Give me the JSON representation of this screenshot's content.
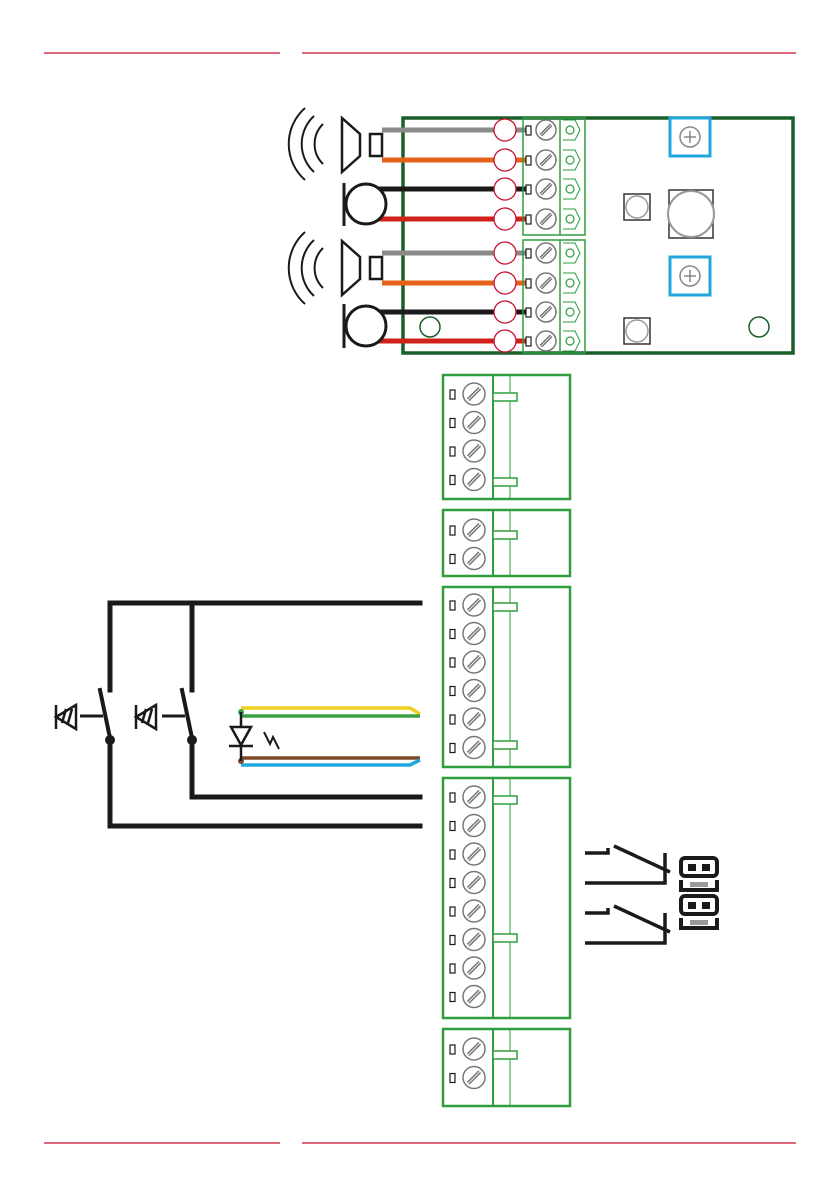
{
  "page": {
    "rule_color": "#c8102e"
  },
  "colors": {
    "pcb_green": "#1a5e2a",
    "connector_green": "#2e9e3e",
    "pot_blue": "#1fa8e0",
    "terminal_red": "#c8102e",
    "wire_gray": "#8a8a8a",
    "wire_orange": "#e8611a",
    "wire_black": "#1a1a1a",
    "wire_red": "#d0201a",
    "wire_yellow": "#f0d020",
    "wire_green": "#3aa040",
    "wire_brown": "#7a4a2a",
    "wire_blue": "#1fa8e0"
  },
  "module": {
    "upper_group": [
      {
        "device": "loudspeaker",
        "wires": [
          "gray",
          "orange"
        ]
      },
      {
        "device": "microphone",
        "wires": [
          "black",
          "red"
        ]
      }
    ],
    "lower_group": [
      {
        "device": "loudspeaker",
        "wires": [
          "gray",
          "orange"
        ]
      },
      {
        "device": "microphone",
        "wires": [
          "black",
          "red"
        ]
      }
    ],
    "components": [
      "potentiometer-top",
      "potentiometer-bottom",
      "push-button",
      "led-left",
      "led-bottom",
      "mounting-hole-left",
      "mounting-hole-right"
    ]
  },
  "connectors": [
    {
      "id": "connector-1",
      "pins": 4,
      "wired": false
    },
    {
      "id": "connector-2",
      "pins": 2,
      "wired": false
    },
    {
      "id": "connector-3",
      "pins": 6,
      "wired": true
    },
    {
      "id": "connector-4",
      "pins": 8,
      "wired": true
    },
    {
      "id": "connector-5",
      "pins": 2,
      "wired": false
    }
  ],
  "external": {
    "buttons": [
      "push-button-1",
      "push-button-2"
    ],
    "led_wires": [
      "yellow",
      "green",
      "brown",
      "blue"
    ],
    "relay_jumpers": [
      "relay-contact-1",
      "relay-contact-2"
    ]
  }
}
